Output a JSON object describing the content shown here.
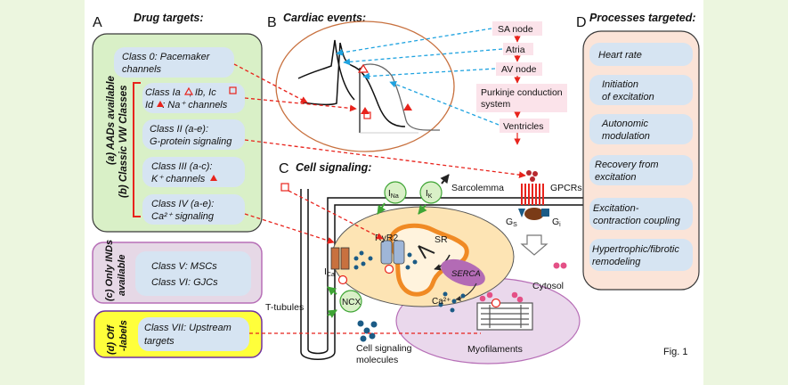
{
  "panel_a": {
    "letter": "A",
    "title": "Drug targets:",
    "group_a_label": "(a) AADs available",
    "group_b_label": "(b) Classic VW Classes",
    "group_c_label_1": "(c) Only INDs",
    "group_c_label_2": "available",
    "group_d_label_1": "(d) Off",
    "group_d_label_2": "-labels",
    "class0_line1": "Class 0: Pacemaker",
    "class0_line2": "channels",
    "class1_line1": "Class Ia",
    "class1_line1b": ", Ib, Ic",
    "class1_line2": "Id",
    "class1_line2b": ": Na⁺ channels",
    "class2_line1": "Class II (a-e):",
    "class2_line2": "G-protein signaling",
    "class3_line1": "Class III (a-c):",
    "class3_line2": "K⁺ channels",
    "class4_line1": "Class IV (a-e):",
    "class4_line2": "Ca²⁺ signaling",
    "class5": "Class V: MSCs",
    "class6": "Class VI:  GJCs",
    "class7_line1": "Class VII:  Upstream",
    "class7_line2": "targets"
  },
  "panel_b": {
    "letter": "B",
    "title": "Cardiac events:",
    "sa_node": "SA node",
    "atria": "Atria",
    "av_node": "AV node",
    "purkinje_1": "Purkinje conduction",
    "purkinje_2": "system",
    "ventricles": "Ventricles"
  },
  "panel_c": {
    "letter": "C",
    "title": "Cell signaling:",
    "ina": "I",
    "ina_sub": "Na",
    "ik": "I",
    "ik_sub": "K",
    "sarcolemma": "Sarcolemma",
    "gpcrs": "GPCRs",
    "gs": "G",
    "gs_sub": "S",
    "gi": "G",
    "gi_sub": "i",
    "ryr2": "RyR2",
    "sr": "SR",
    "ica": "I",
    "ica_sub": "Ca",
    "serca": "SERCA",
    "cytosol": "Cytosol",
    "ncx": "NCX",
    "ca2": "Ca²⁺",
    "t_tubules": "T-tubules",
    "myofilaments": "Myofilaments",
    "cell_signaling_1": "Cell signaling",
    "cell_signaling_2": "molecules"
  },
  "panel_d": {
    "letter": "D",
    "title": "Processes targeted:",
    "p1": "Heart rate",
    "p2_line1": "Initiation",
    "p2_line2": "of excitation",
    "p3_line1": "Autonomic",
    "p3_line2": "modulation",
    "p4_line1": "Recovery from",
    "p4_line2": "excitation",
    "p5_line1": "Excitation-",
    "p5_line2": "contraction coupling",
    "p6_line1": "Hypertrophic/fibrotic",
    "p6_line2": "remodeling"
  },
  "fig_label": "Fig. 1",
  "colors": {
    "green_box": "#d9f0c7",
    "green_border": "#3a3a3a",
    "pill": "#d6e4f2",
    "purple_box": "#e6d8e6",
    "purple_border": "#b76fb7",
    "yellow_box": "#ffff3b",
    "yellow_border": "#7030a0",
    "peach_box": "#fbe4d8",
    "pink_label": "#fbe3ea",
    "sr_fill": "#fde4b4",
    "serca": "#b36bb5",
    "red_arrow": "#e8231c",
    "blue_arrow": "#1fa3e0",
    "dot": "#1b5b86"
  }
}
